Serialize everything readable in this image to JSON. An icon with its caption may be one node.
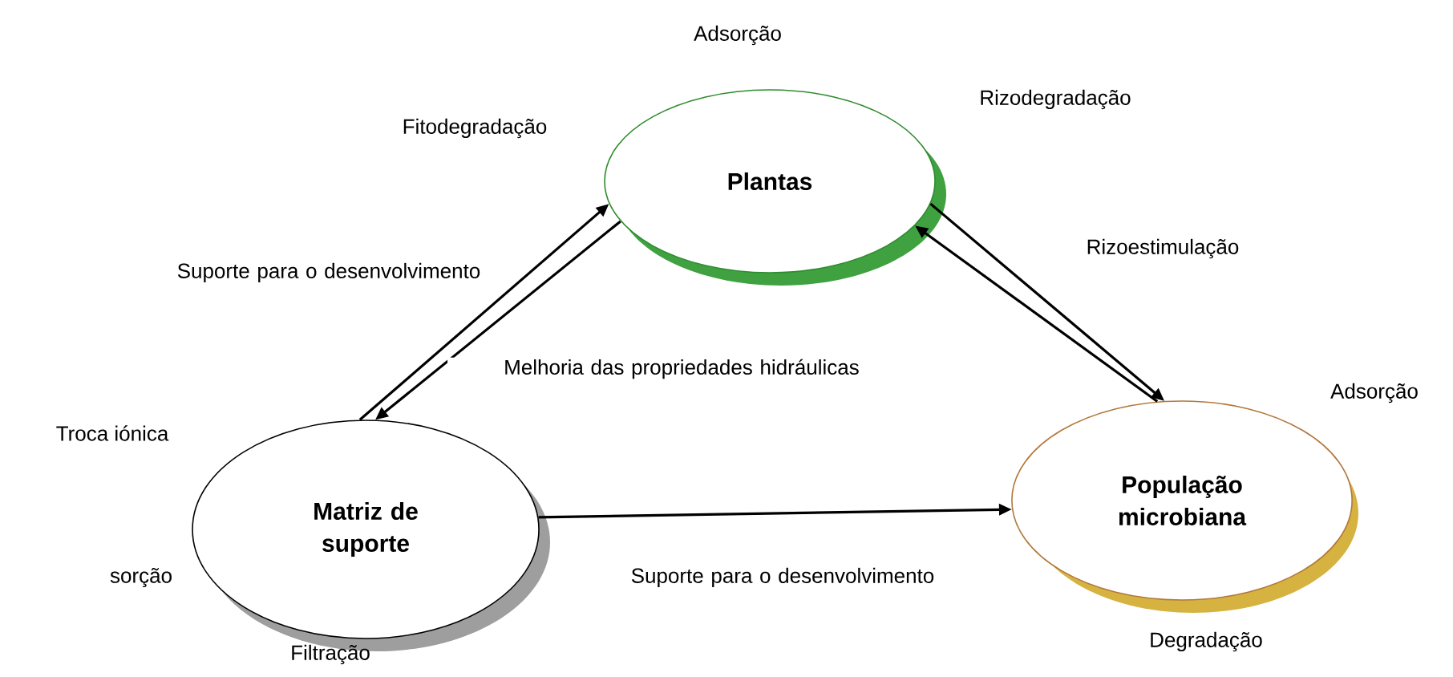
{
  "diagram": {
    "nodes": [
      {
        "text": [
          "Plantas"
        ],
        "beside": [
          "Adsorção",
          "Fitodegradação",
          "Rizodegradação"
        ]
      },
      {
        "text": [
          "Matriz de suporte"
        ],
        "beside": [
          "Troca iónica",
          "sorção",
          "Filtração"
        ]
      },
      {
        "text": [
          "População microbiana"
        ],
        "beside": [
          "Adsorção",
          "Degradação"
        ]
      }
    ],
    "edges": [
      {
        "from": 1,
        "to": 0,
        "arrow": "to",
        "label": "Suporte para o desenvolvimento"
      },
      {
        "from": 0,
        "to": 1,
        "arrow": "to",
        "label": "Melhoria das propriedades hidráulicas"
      },
      {
        "from": 0,
        "to": 2,
        "arrow": "to",
        "label": "Rizoestimulação"
      },
      {
        "from": 2,
        "to": 0,
        "arrow": "to"
      },
      {
        "from": 1,
        "to": 2,
        "arrow": "to",
        "label": "Suporte para o desenvolvimento"
      }
    ]
  }
}
